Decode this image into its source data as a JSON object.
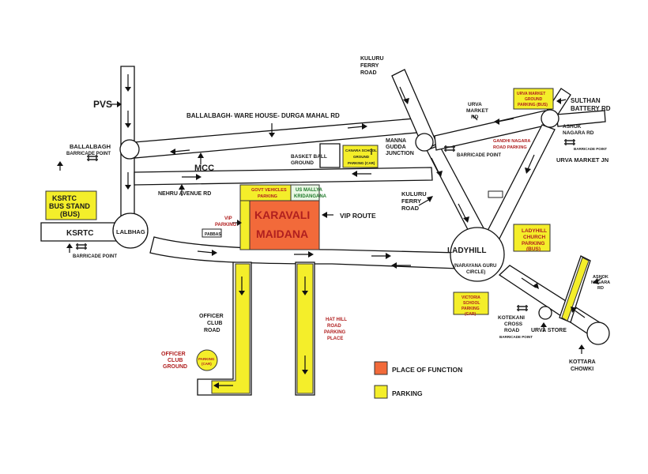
{
  "map": {
    "labels": {
      "pvs": "PVS",
      "ballalbagh_road": "BALLALBAGH- WARE HOUSE- DURGA MAHAL RD",
      "kuluru_ferry_top_1": "KULURU",
      "kuluru_ferry_top_2": "FERRY",
      "kuluru_ferry_top_3": "ROAD",
      "ballalbagh_1": "BALLALBAGH",
      "ballalbagh_2": "BARRICADE POINT",
      "mcc": "MCC",
      "basket_ball_1": "BASKET BALL",
      "basket_ball_2": "GROUND",
      "canara_1": "CANARA SCHOOL",
      "canara_2": "GROUND",
      "canara_3": "PARKING (CAR)",
      "manna_1": "MANNA",
      "manna_2": "GUDDA",
      "manna_3": "JUNCTION",
      "urva_market_rd_1": "URVA",
      "urva_market_rd_2": "MARKET",
      "urva_market_rd_3": "RD",
      "urva_ground_1": "URVA MARKET",
      "urva_ground_2": "GROUND",
      "urva_ground_3": "PARKING (BUS)",
      "sulthan_1": "SULTHAN",
      "sulthan_2": "BATTERY RD",
      "ashok_rd_top_1": "ASHOK",
      "ashok_rd_top_2": "NAGARA RD",
      "gandhi_1": "GANDHI NAGARA",
      "gandhi_2": "ROAD PARKING",
      "barricade_point": "BARRICADE POINT",
      "urva_jn": "URVA MARKET JN",
      "nehru_avenue": "NEHRU AVENUE RD",
      "govt_vehicles_1": "GOVT VEHICLES",
      "govt_vehicles_2": "PARKING",
      "us_mallya_1": "US MALLYA",
      "us_mallya_2": "KRIDANGANA",
      "karavali_1": "KARAVALI",
      "karavali_2": "MAIDANA",
      "vip_route": "VIP ROUTE",
      "vip_parking_1": "VIP",
      "vip_parking_2": "PARKING",
      "pabbas": "PABBAS",
      "kuluru_ferry_mid_1": "KULURU",
      "kuluru_ferry_mid_2": "FERRY",
      "kuluru_ferry_mid_3": "ROAD",
      "ksrtc_bus_1": "KSRTC",
      "ksrtc_bus_2": "BUS STAND",
      "ksrtc_bus_3": "(BUS)",
      "ksrtc": "KSRTC",
      "lalbhag": "LALBHAG",
      "ladyhill_church_1": "LADYHILL",
      "ladyhill_church_2": "CHURCH",
      "ladyhill_church_3": "PARKING",
      "ladyhill_church_4": "(BUS)",
      "ladyhill": "LADYHILL",
      "narayana_1": "(NARAYANA GURU",
      "narayana_2": "CIRCLE)",
      "ashok_rd_right_1": "ASHOK",
      "ashok_rd_right_2": "NAGARA",
      "ashok_rd_right_3": "RD",
      "victoria_1": "VICTORIA",
      "victoria_2": "SCHOOL",
      "victoria_3": "PARKING",
      "victoria_4": "(CAR)",
      "kotekani_1": "KOTEKANI",
      "kotekani_2": "CROSS",
      "kotekani_3": "ROAD",
      "urva_store": "URVA STORE",
      "kottara_1": "KOTTARA",
      "kottara_2": "CHOWKI",
      "officer_club_rd_1": "OFFICER",
      "officer_club_rd_2": "CLUB",
      "officer_club_rd_3": "ROAD",
      "officer_ground_1": "OFFICER",
      "officer_ground_2": "CLUB",
      "officer_ground_3": "GROUND",
      "parking_car_1": "PARKING",
      "parking_car_2": "(CAR)",
      "hat_hill_1": "HAT HILL",
      "hat_hill_2": "ROAD",
      "hat_hill_3": "PARKING",
      "hat_hill_4": "PLACE"
    },
    "legend": {
      "function": "PLACE OF FUNCTION",
      "parking": "PARKING"
    },
    "colors": {
      "parking": "#f4ee2a",
      "function": "#f26a3a",
      "red_text": "#b01f1f",
      "green_text": "#1f7a2a",
      "road_outline": "#111111"
    }
  }
}
